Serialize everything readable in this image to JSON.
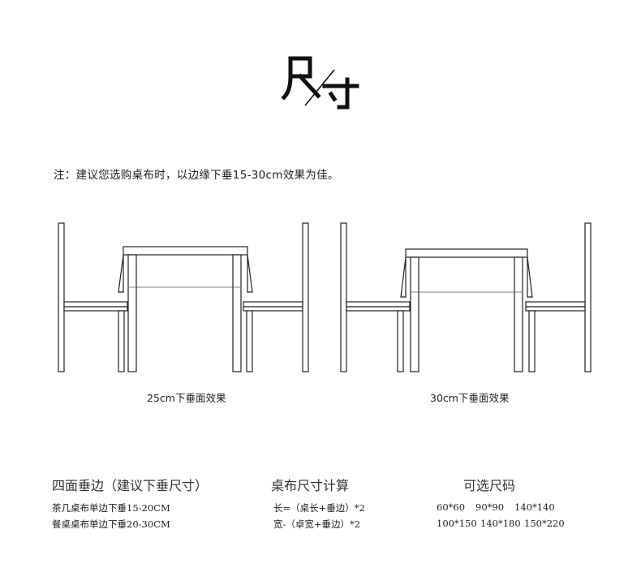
{
  "title": {
    "left": "尺",
    "right": "寸"
  },
  "note": "注：建议您选购桌布时，以边缘下垂15-30cm效果为佳。",
  "illustrations": [
    {
      "caption": "25cm下垂面效果"
    },
    {
      "caption": "30cm下垂面效果"
    }
  ],
  "sections": {
    "drop": {
      "heading": "四面垂边（建议下垂尺寸）",
      "lines": [
        "茶几桌布单边下垂15-20CM",
        "餐桌桌布单边下垂20-30CM"
      ]
    },
    "calc": {
      "heading": "桌布尺寸计算",
      "lines": [
        "长=（桌长+垂边）*2",
        "宽-（卓宽+垂边）*2"
      ]
    },
    "sizes": {
      "heading": "可选尺码",
      "row1": [
        "60*60",
        "90*90",
        "140*140"
      ],
      "row2": [
        "100*150",
        "140*180",
        "150*220"
      ]
    }
  }
}
